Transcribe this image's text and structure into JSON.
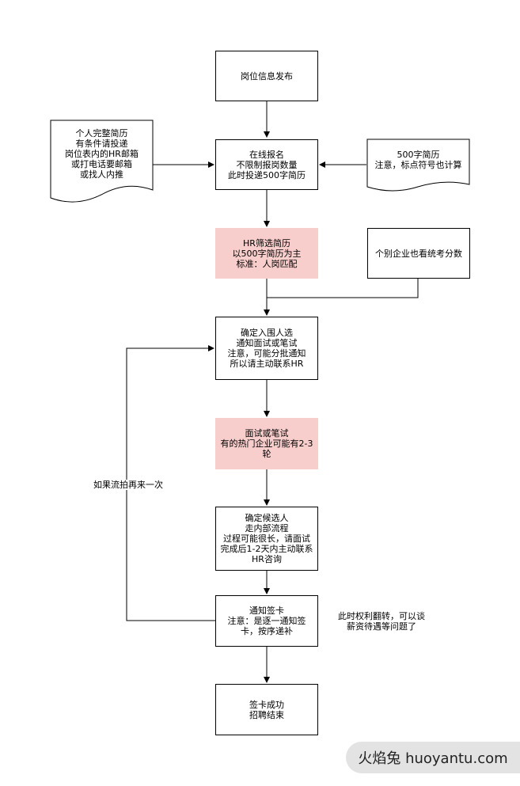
{
  "nodes": {
    "post": "岗位信息发布",
    "apply": "在线报名\n不限制报岗数量\n此时投递500字简历",
    "left_doc": "个人完整简历\n有条件请投递\n岗位表内的HR邮箱\n或打电话要邮箱\n或找人内推",
    "right_doc": "500字简历\n注意，标点符号也计算",
    "hr_screen": "HR筛选简历\n以500字简历为主\n标准：人岗匹配",
    "exam_note": "个别企业也看统考分数",
    "confirm": "确定入围人选\n通知面试或笔试\n注意，可能分批通知\n所以请主动联系HR",
    "interview": "面试或笔试\n有的热门企业可能有2-3\n轮",
    "candidate": "确定候选人\n走内部流程\n过程可能很长，请面试\n完成后1-2天内主动联系\nHR咨询",
    "notify": "通知签卡\n注意：是逐一通知签\n卡，按序递补",
    "done": "签卡成功\n招聘结束"
  },
  "labels": {
    "retry": "如果流拍再来一次",
    "side_note": "此时权利翻转，可以谈\n薪资待遇等问题了"
  },
  "watermark": "火焰兔 huoyantu.com",
  "colors": {
    "highlight": "#f8cecc",
    "line": "#000000"
  }
}
